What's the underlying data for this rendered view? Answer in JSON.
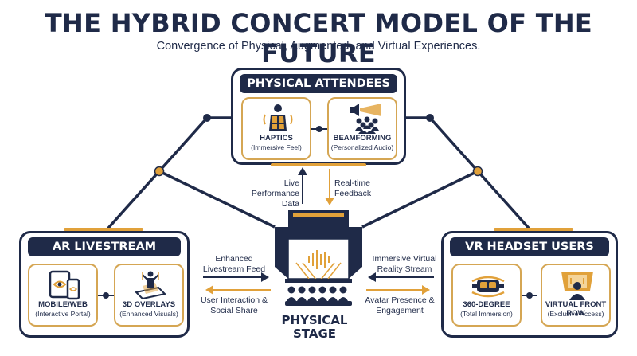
{
  "title": "THE HYBRID CONCERT MODEL OF THE FUTURE",
  "subtitle": "Convergence of Physical, Augmented, and Virtual Experiences.",
  "colors": {
    "navy": "#1f2a48",
    "gold": "#e1a13a",
    "light_gold": "#d5a653"
  },
  "physical": {
    "title": "PHYSICAL ATTENDEES",
    "cards": [
      {
        "label": "HAPTICS",
        "sub": "(Immersive Feel)",
        "icon": "haptic-vest-person-icon"
      },
      {
        "label": "BEAMFORMING",
        "sub": "(Personalized Audio)",
        "icon": "speaker-crowd-icon"
      }
    ]
  },
  "ar": {
    "title": "AR LIVESTREAM VIEWERS",
    "cards": [
      {
        "label": "MOBILE/WEB",
        "sub": "(Interactive Portal)",
        "icon": "tablet-phone-icon"
      },
      {
        "label": "3D OVERLAYS",
        "sub": "(Enhanced Visuals)",
        "icon": "hologram-performer-icon"
      }
    ]
  },
  "vr": {
    "title": "VR HEADSET USERS",
    "cards": [
      {
        "label": "360-DEGREE",
        "sub": "(Total Immersion)",
        "icon": "vr-headset-icon"
      },
      {
        "label": "VIRTUAL FRONT ROW",
        "sub": "(Exclusive Access)",
        "icon": "avatar-stage-icon"
      }
    ]
  },
  "flows": {
    "live_performance": "Live Performance Data",
    "realtime_feedback": "Real-time Feedback",
    "enhanced_feed": "Enhanced Livestream Feed",
    "user_interaction": "User Interaction & Social Share",
    "immersive_stream": "Immersive Virtual Reality Stream",
    "avatar_presence": "Avatar Presence & Engagement"
  },
  "stage": {
    "label": "PHYSICAL STAGE",
    "icon": "concert-stage-icon"
  }
}
